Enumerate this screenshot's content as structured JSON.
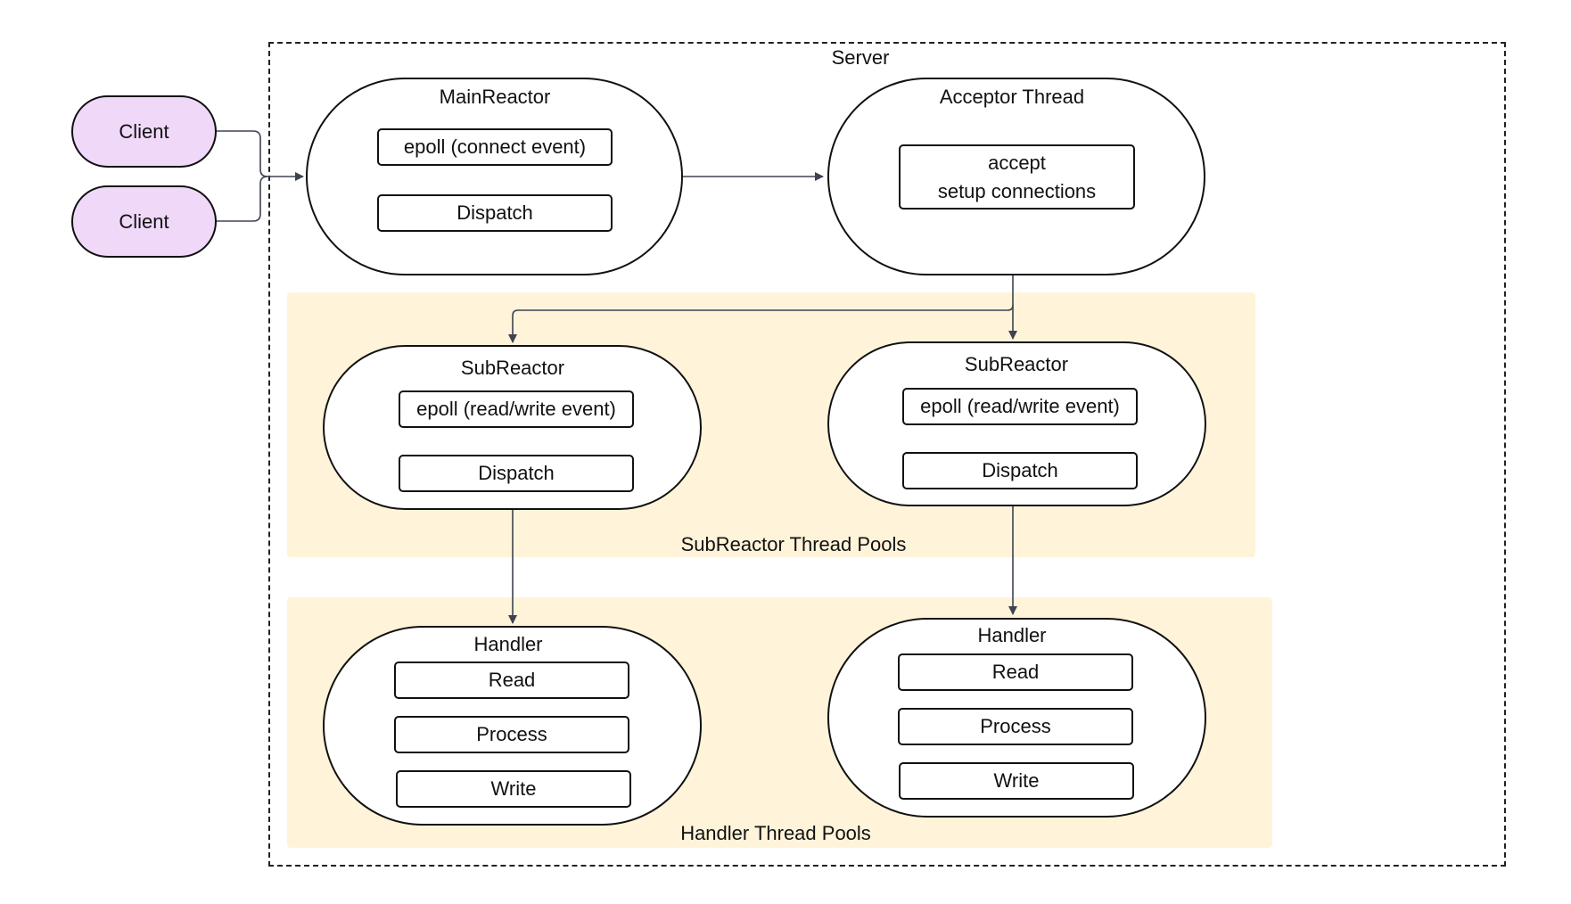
{
  "server": {
    "label": "Server"
  },
  "clients": [
    {
      "label": "Client"
    },
    {
      "label": "Client"
    }
  ],
  "main_reactor": {
    "title": "MainReactor",
    "items": [
      "epoll (connect event)",
      "Dispatch"
    ]
  },
  "acceptor": {
    "title": "Acceptor Thread",
    "line1": "accept",
    "line2": "setup connections"
  },
  "subreactor_pool": {
    "label": "SubReactor Thread Pools",
    "reactors": [
      {
        "title": "SubReactor",
        "items": [
          "epoll (read/write event)",
          "Dispatch"
        ]
      },
      {
        "title": "SubReactor",
        "items": [
          "epoll (read/write event)",
          "Dispatch"
        ]
      }
    ]
  },
  "handler_pool": {
    "label": "Handler Thread Pools",
    "handlers": [
      {
        "title": "Handler",
        "items": [
          "Read",
          "Process",
          "Write"
        ]
      },
      {
        "title": "Handler",
        "items": [
          "Read",
          "Process",
          "Write"
        ]
      }
    ]
  },
  "colors": {
    "client_fill": "#f0d8f8",
    "pool_fill": "#fff3d9",
    "arrow": "#3d4350"
  }
}
